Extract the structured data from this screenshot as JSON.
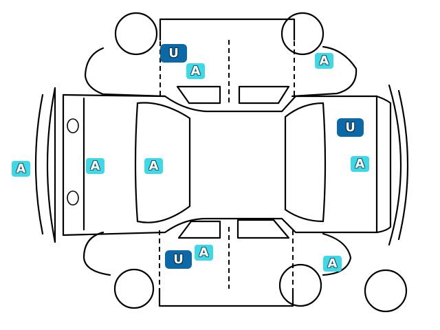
{
  "colors": {
    "outline": "#000000",
    "badge_a_fill": "#3fd8e6",
    "badge_u_fill": "#0c69a8",
    "background": "#ffffff"
  },
  "legend_badges": {
    "a": "A",
    "u": "U"
  },
  "markers": [
    {
      "id": "u-front-left-door",
      "label": "U",
      "kind": "u"
    },
    {
      "id": "a-front-left-door",
      "label": "A",
      "kind": "a"
    },
    {
      "id": "a-left-rear-fender",
      "label": "A",
      "kind": "a"
    },
    {
      "id": "a-front-bumper",
      "label": "A",
      "kind": "a"
    },
    {
      "id": "a-hood",
      "label": "A",
      "kind": "a"
    },
    {
      "id": "a-windshield",
      "label": "A",
      "kind": "a"
    },
    {
      "id": "u-trunk",
      "label": "U",
      "kind": "u"
    },
    {
      "id": "a-rear-bumper",
      "label": "A",
      "kind": "a"
    },
    {
      "id": "a-right-front-door",
      "label": "A",
      "kind": "a"
    },
    {
      "id": "u-right-front-door",
      "label": "U",
      "kind": "u"
    },
    {
      "id": "a-right-rear-fender",
      "label": "A",
      "kind": "a"
    }
  ]
}
